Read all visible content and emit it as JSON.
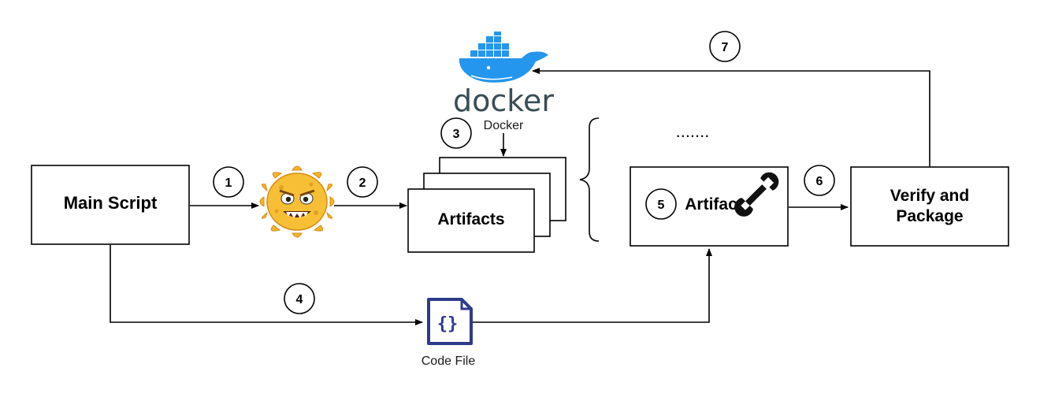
{
  "nodes": {
    "main_script": "Main Script",
    "artifacts": "Artifacts",
    "artifact": "Artifact",
    "verify_line1": "Verify and",
    "verify_line2": "Package",
    "ellipsis": "......."
  },
  "icons": {
    "docker_wordmark": "docker",
    "docker_caption": "Docker",
    "code_glyph": "{}",
    "code_caption": "Code File",
    "bug": "bug-monster-icon",
    "wrench": "wrench-icon"
  },
  "steps": [
    "1",
    "2",
    "3",
    "4",
    "5",
    "6",
    "7"
  ],
  "colors": {
    "docker_blue": "#2496ED",
    "docker_text": "#394D54",
    "code_icon": "#2E3A8C",
    "bug_yellow": "#F5B52A"
  }
}
